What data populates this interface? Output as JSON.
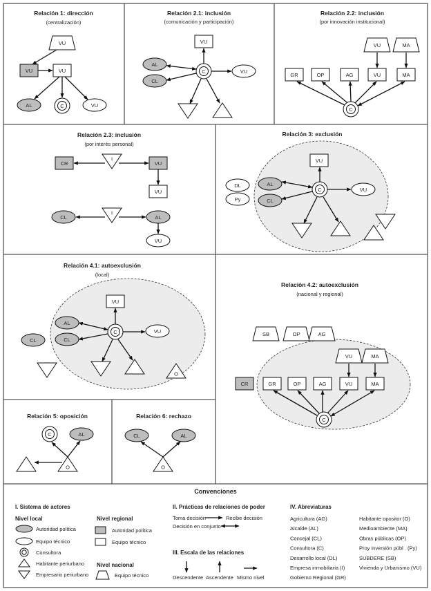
{
  "colors": {
    "grey_fill": "#bdbdbd",
    "area_fill": "#ececec",
    "line": "#111111"
  },
  "panels": [
    {
      "title": "Relación 1: dirección",
      "subtitle": "(centralización)",
      "labels": [
        "VU",
        "VU",
        "VU",
        "AL",
        "C",
        "VU"
      ]
    },
    {
      "title": "Relación 2.1: inclusión",
      "subtitle": "(comunicación y participación)",
      "labels": [
        "VU",
        "AL",
        "CL",
        "C",
        "VU",
        "",
        ""
      ]
    },
    {
      "title": "Relación 2.2: inclusión",
      "subtitle": "(por innovación institucional)",
      "labels": [
        "VU",
        "MA",
        "GR",
        "OP",
        "AG",
        "VU",
        "MA",
        "C"
      ]
    },
    {
      "title": "Relación 2.3: inclusión",
      "subtitle": "(por interés personal)",
      "labels": [
        "CR",
        "I",
        "VU",
        "VU",
        "CL",
        "I",
        "AL",
        "VU"
      ]
    },
    {
      "title": "Relación 3: exclusión",
      "subtitle": "",
      "labels": [
        "VU",
        "C",
        "AL",
        "CL",
        "DL",
        "Py",
        "VU",
        "",
        "",
        "",
        ""
      ]
    },
    {
      "title": "Relación 4.1: autoexclusión",
      "subtitle": "(local)",
      "labels": [
        "VU",
        "C",
        "AL",
        "CL",
        "CL",
        "VU",
        "",
        "",
        "",
        "O"
      ]
    },
    {
      "title": "Relación 4.2: autoexclusión",
      "subtitle": "(nacional y regional)",
      "labels": [
        "SB",
        "OP",
        "AG",
        "VU",
        "MA",
        "CR",
        "GR",
        "OP",
        "AG",
        "VU",
        "MA",
        "C"
      ]
    },
    {
      "title": "Relación 5: oposición",
      "subtitle": "",
      "labels": [
        "C",
        "AL",
        "",
        "O"
      ]
    },
    {
      "title": "Relación 6: rechazo",
      "subtitle": "",
      "labels": [
        "CL",
        "AL",
        "O"
      ]
    }
  ],
  "conventions": {
    "title": "Convenciones",
    "actors": {
      "heading": "I. Sistema de actores",
      "local": {
        "heading": "Nivel local",
        "items": [
          "Autoridad política",
          "Equipo técnico",
          "Consultora",
          "Habitante periurbano",
          "Empresario periurbano"
        ]
      },
      "regional": {
        "heading": "Nivel regional",
        "items": [
          "Autoridad política",
          "Equipo técnico"
        ]
      },
      "national": {
        "heading": "Nivel nacional",
        "items": [
          "Equipo técnico"
        ]
      },
      "consultora_glyph": "C"
    },
    "practices": {
      "heading": "II. Prácticas de relaciones de poder",
      "takes": "Toma decisión",
      "receives": "Recibe decisión",
      "joint": "Decisión en conjunto"
    },
    "scale": {
      "heading": "III. Escala de las relaciones",
      "down": "Descendente",
      "up": "Ascendente",
      "same": "Mismo nivel"
    },
    "abbreviations": {
      "heading": "IV. Abreviaturas",
      "col1": [
        "Agricultura (AG)",
        "Alcalde (AL)",
        "Concejal (CL)",
        "Consultora (C)",
        "Desarrollo local (DL)",
        "Empresa inmobiliaria (I)",
        "Gobierno Regional (GR)"
      ],
      "col2": [
        "Habitante opositor (O)",
        "Medioambiente (MA)",
        "Obras públicas (OP)",
        "Proy inversión públ . (Py)",
        "SUBDERE (SB)",
        "Vivienda y  Urbanismo   (VU)"
      ]
    }
  }
}
